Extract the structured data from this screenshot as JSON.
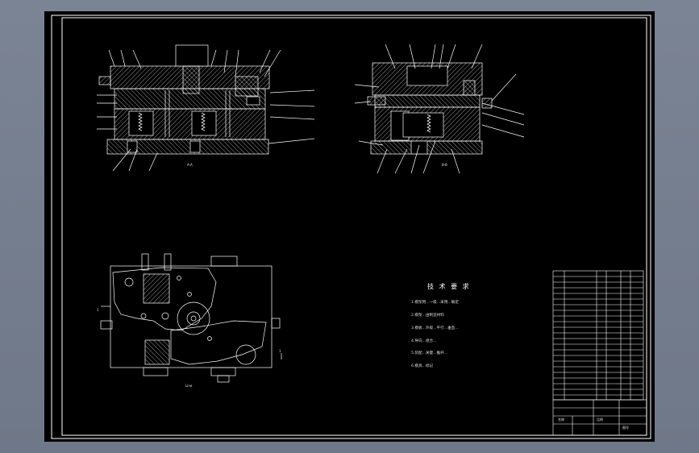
{
  "drawing": {
    "section_labels": [
      "A-A",
      "B-B"
    ],
    "side_marks": [
      "1",
      "1"
    ],
    "top_view_caption": "Line",
    "technical_notes": {
      "title": "技 术 要 求",
      "lines": [
        "1.模架用...一级...采用...确定",
        "2.模架...由制造材料",
        "3.模板...外观...平行...垂直...",
        "4.导向...组合...",
        "5.装配...关键...推杆...",
        "6.模具...标记"
      ]
    },
    "title_block": {
      "labels": [
        "名称",
        "比例",
        "图号"
      ]
    }
  },
  "colors": {
    "sheet_background": "#000000",
    "window_background": "#727b8b",
    "line_white": "#ffffff",
    "text_gray": "#d0d0d0"
  }
}
